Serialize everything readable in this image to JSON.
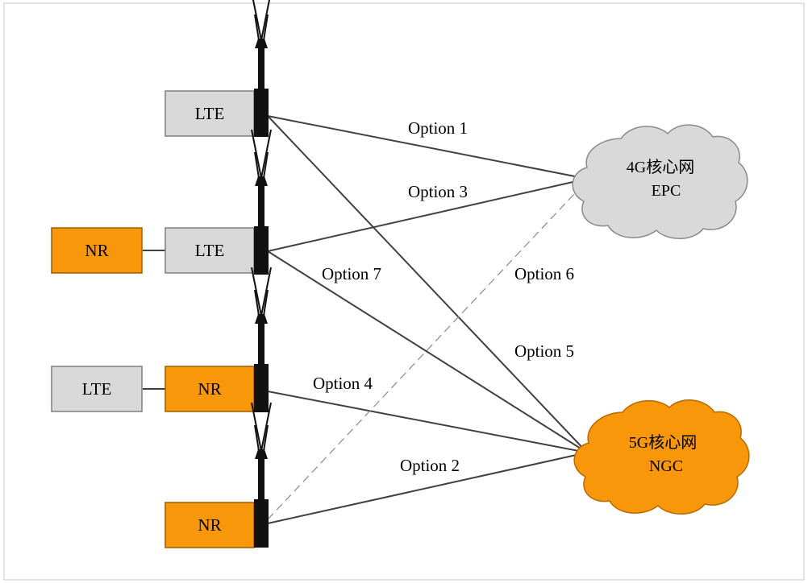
{
  "diagram": {
    "nodes": {
      "lte_1": "LTE",
      "nr_2": "NR",
      "lte_2": "LTE",
      "lte_3": "LTE",
      "nr_3": "NR",
      "nr_4": "NR"
    },
    "cores": {
      "epc": {
        "line1": "4G核心网",
        "line2": "EPC"
      },
      "ngc": {
        "line1": "5G核心网",
        "line2": "NGC"
      }
    },
    "options": {
      "opt1": "Option 1",
      "opt3": "Option 3",
      "opt7": "Option 7",
      "opt6": "Option 6",
      "opt5": "Option 5",
      "opt4": "Option 4",
      "opt2": "Option 2"
    },
    "colors": {
      "lte_fill": "#d9d9d9",
      "nr_fill": "#f79709",
      "epc_cloud": "#d9d9d9",
      "ngc_cloud": "#f79709",
      "line": "#404040"
    }
  }
}
